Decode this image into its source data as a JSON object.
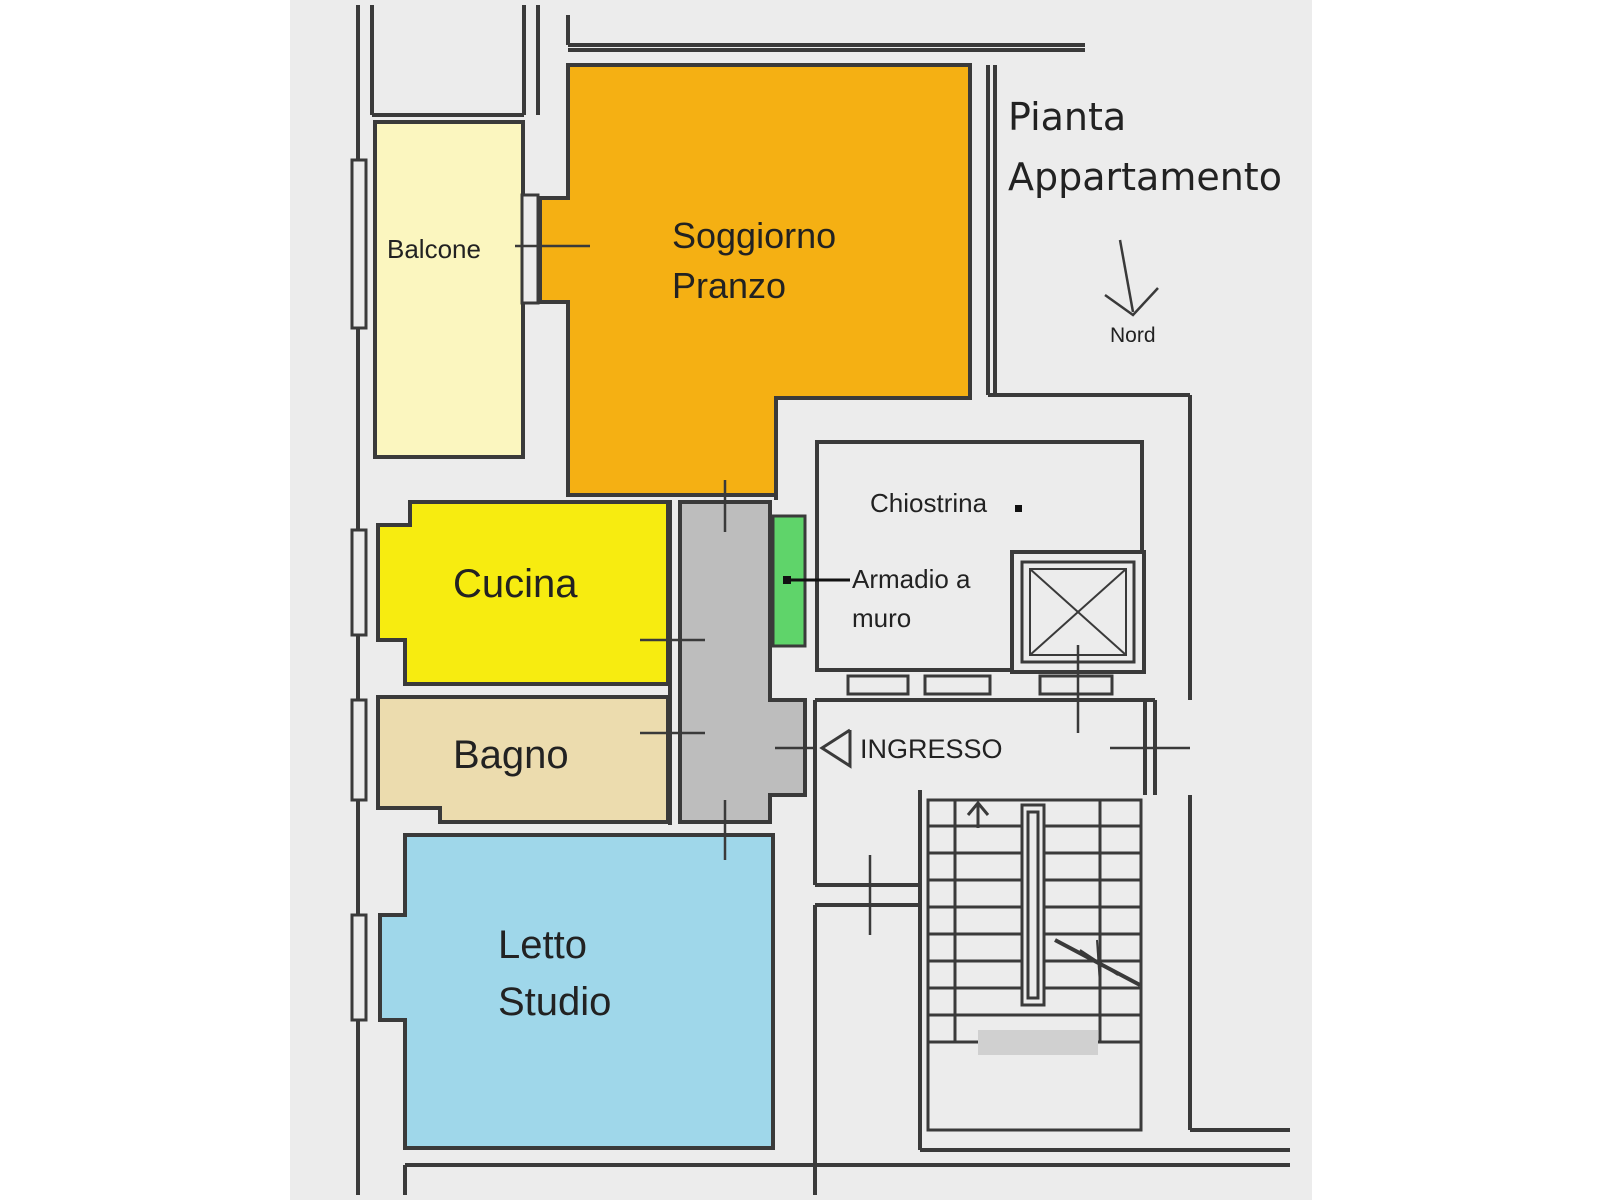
{
  "plan": {
    "title_line1": "Pianta",
    "title_line2": "Appartamento",
    "north_label": "Nord",
    "colors": {
      "paper": "#ececec",
      "wall": "#3a3a3a",
      "soggiorno": "#f5b013",
      "balcone": "#fbf6bf",
      "cucina": "#f7ec10",
      "bagno": "#ecdcae",
      "letto": "#9fd7ea",
      "corridoio": "#bdbdbd",
      "armadio": "#5fd46a"
    },
    "rooms": {
      "soggiorno_line1": "Soggiorno",
      "soggiorno_line2": "Pranzo",
      "balcone": "Balcone",
      "cucina": "Cucina",
      "bagno": "Bagno",
      "letto_line1": "Letto",
      "letto_line2": "Studio",
      "chiostrina": "Chiostrina",
      "armadio_line1": "Armadio a",
      "armadio_line2": "muro",
      "ingresso": "INGRESSO"
    }
  }
}
